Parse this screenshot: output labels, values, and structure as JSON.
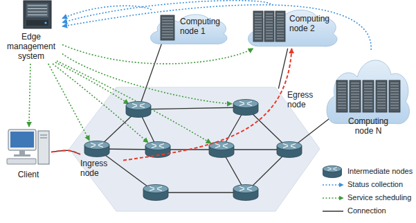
{
  "diagram": {
    "nodes": [
      {
        "text": [
          "Edge management system"
        ]
      },
      {
        "text": [
          "Computing node 1"
        ]
      },
      {
        "text": [
          "Computing node 2"
        ]
      },
      {
        "text": [
          "Egress node"
        ]
      },
      {
        "text": [
          "Computing node N"
        ]
      },
      {
        "text": [
          "Client"
        ]
      },
      {
        "text": [
          "Ingress node"
        ]
      }
    ],
    "edges": [
      {
        "from": 1,
        "to": 0,
        "arrow": "to"
      },
      {
        "from": 2,
        "to": 0,
        "arrow": "to"
      },
      {
        "from": 4,
        "to": 0,
        "arrow": "to"
      },
      {
        "from": 0,
        "to": 5,
        "arrow": "to"
      },
      {
        "from": 0,
        "to": 6,
        "arrow": "to"
      },
      {
        "from": 0,
        "to": 3,
        "arrow": "to"
      },
      {
        "from": 0,
        "to": 2,
        "arrow": "to"
      },
      {
        "from": 5,
        "to": 6,
        "arrow": "none"
      },
      {
        "from": 3,
        "to": 2,
        "arrow": "none"
      },
      {
        "from": 5,
        "to": 6,
        "arrow": "none"
      },
      {
        "from": 6,
        "to": 2,
        "arrow": "to"
      }
    ],
    "legend": [
      {
        "text": "Intermediate nodes"
      },
      {
        "text": "Status collection"
      },
      {
        "text": "Service scheduling"
      },
      {
        "text": "Connection"
      }
    ]
  }
}
